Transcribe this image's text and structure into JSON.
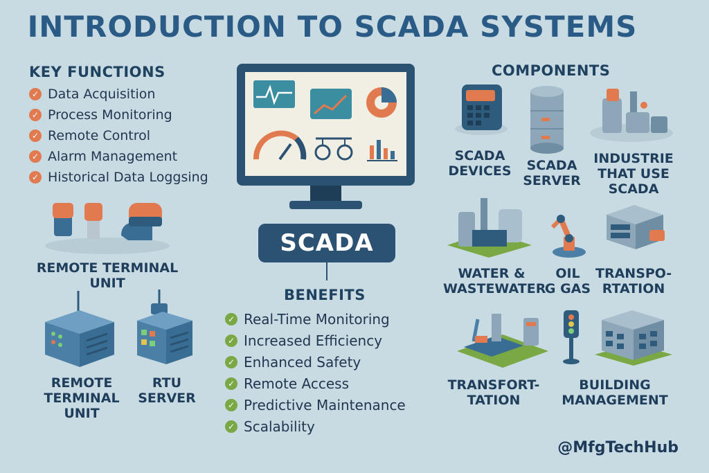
{
  "title": "INTRODUCTION TO SCADA SYSTEMS",
  "key_functions": {
    "heading": "KEY FUNCTIONS",
    "items": [
      "Data Acquisition",
      "Process Monitoring",
      "Remote Control",
      "Alarm Management",
      "Historical Data Loggsing"
    ]
  },
  "center": {
    "label": "SCADA"
  },
  "benefits": {
    "heading": "BENEFITS",
    "items": [
      "Real-Time Monitoring",
      "Increased Efficiency",
      "Enhanced Safety",
      "Remote Access",
      "Predictive Maintenance",
      "Scalability"
    ]
  },
  "components": {
    "heading": "COMPONENTS",
    "row1": [
      {
        "line1": "SCADA",
        "line2": "DEVICES"
      },
      {
        "line1": "SCADA",
        "line2": "SERVER"
      },
      {
        "line1": "INDUSTRIE",
        "line2": "THAT USE",
        "line3": "SCADA"
      }
    ],
    "row2": [
      {
        "line1": "WATER &",
        "line2": "WASTEWATER"
      },
      {
        "line1": "OIL",
        "line2": "G GAS"
      },
      {
        "line1": "TRANSPO-",
        "line2": "RTATION"
      }
    ],
    "row3": [
      {
        "line1": "TRANSFORT-",
        "line2": "TATION"
      },
      {
        "line1": "BUILDING",
        "line2": "MANAGEMENT"
      }
    ]
  },
  "left_devices": {
    "rtu_top": {
      "line1": "REMOTE TERMINAL",
      "line2": "UNIT"
    },
    "rtu_bottom": {
      "line1": "REMOTE",
      "line2": "TERMINAL UNIT"
    },
    "rtu_server": {
      "line1": "RTU",
      "line2": "SERVER"
    }
  },
  "footer": {
    "handle": "@MfgTechHub"
  },
  "colors": {
    "background": "#c9dbe2",
    "navy": "#2b5272",
    "accent_orange": "#e27a4f",
    "check_green": "#7aa845"
  },
  "icons": [
    "checkmark-icon",
    "monitor-icon",
    "sensor-icon",
    "rtu-box-icon",
    "server-box-icon",
    "calculator-device-icon",
    "database-server-icon",
    "industrial-plant-icon",
    "water-treatment-icon",
    "robot-arm-icon",
    "factory-building-icon",
    "transport-platform-icon",
    "traffic-light-icon",
    "office-building-icon"
  ]
}
